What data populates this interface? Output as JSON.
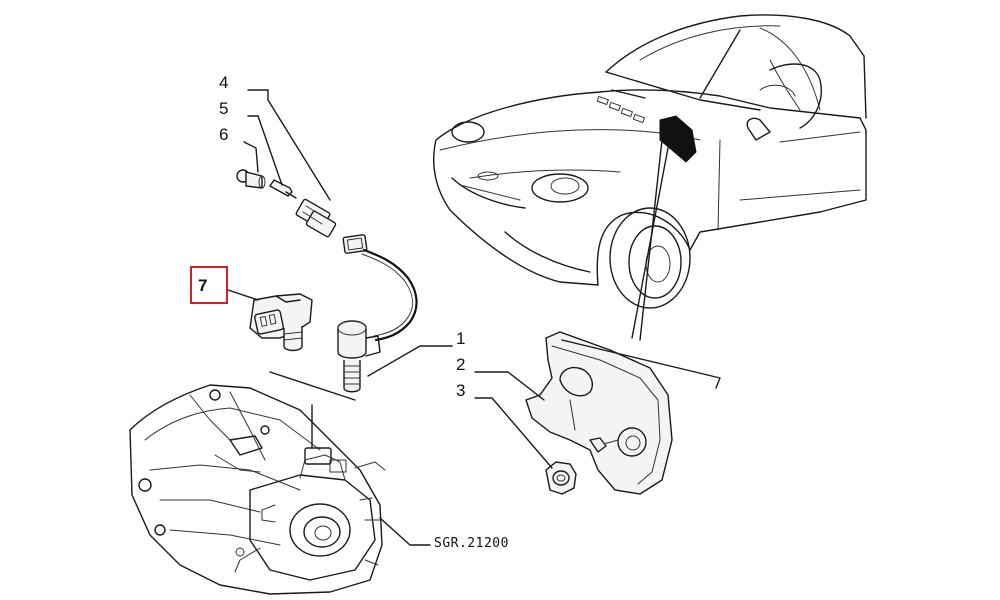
{
  "callouts": [
    {
      "id": "1",
      "label": "1"
    },
    {
      "id": "2",
      "label": "2"
    },
    {
      "id": "3",
      "label": "3"
    },
    {
      "id": "4",
      "label": "4"
    },
    {
      "id": "5",
      "label": "5"
    },
    {
      "id": "6",
      "label": "6"
    },
    {
      "id": "7",
      "label": "7"
    }
  ],
  "reference_code": "SGR.21200",
  "highlighted_part": "7",
  "colors": {
    "highlight": "#d0202a",
    "line": "#1a1a1a",
    "background": "#ffffff"
  }
}
